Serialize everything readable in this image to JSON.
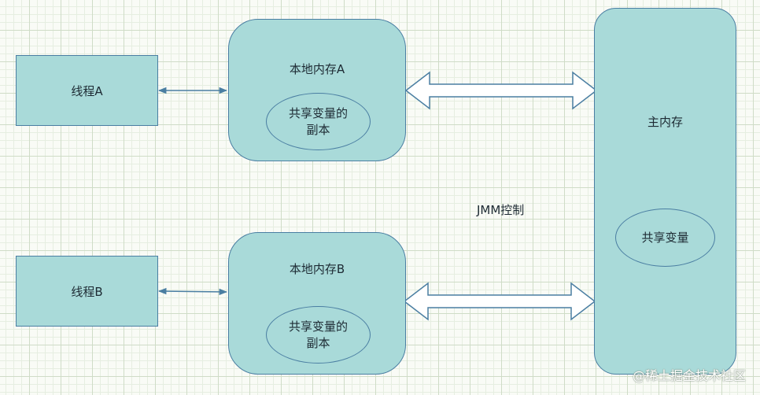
{
  "threads": {
    "a": "线程A",
    "b": "线程B"
  },
  "local_memory": {
    "a": {
      "title": "本地内存A",
      "copy_line1": "共享变量的",
      "copy_line2": "副本"
    },
    "b": {
      "title": "本地内存B",
      "copy_line1": "共享变量的",
      "copy_line2": "副本"
    }
  },
  "main_memory": {
    "title": "主内存",
    "shared_variable": "共享变量"
  },
  "control_label": "JMM控制",
  "watermark": "@稀土掘金技术社区",
  "colors": {
    "box_fill": "#a9dad9",
    "box_stroke": "#4a7ea2",
    "arrow": "#4a7ea2",
    "grid": "#cfdcc7"
  }
}
